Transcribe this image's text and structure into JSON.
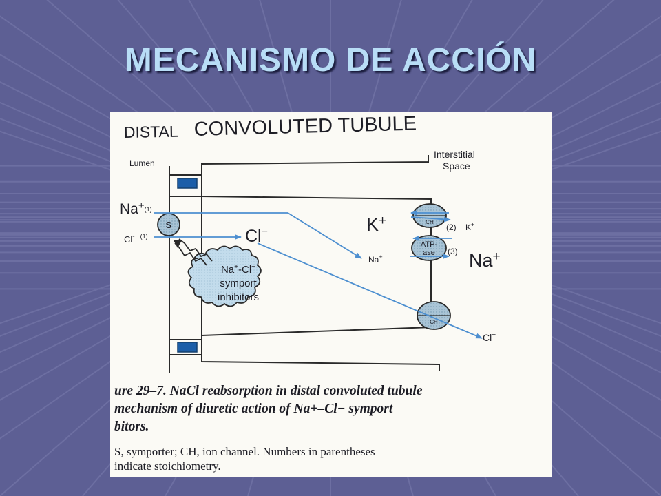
{
  "slide": {
    "title": "MECANISMO DE ACCIÓN"
  },
  "diagram": {
    "heading_small": "DISTAL",
    "heading_large": "CONVOLUTED TUBULE",
    "lumen_label": "Lumen",
    "interstitial_label_1": "Interstitial",
    "interstitial_label_2": "Space",
    "na_lumen": "Na",
    "na_lumen_sup": "+",
    "na_lumen_stoich": "(1)",
    "cl_lumen": "Cl",
    "cl_lumen_sup": "-",
    "cl_lumen_stoich": "(1)",
    "symporter_label": "S",
    "cl_cell": "Cl",
    "cl_cell_sup": "−",
    "na_cell": "Na",
    "na_cell_sup": "+",
    "k_cell": "K",
    "k_cell_sup": "+",
    "channel_top_label": "CH",
    "k_stoich": "(2)",
    "k_interstitial": "K",
    "k_interstitial_sup": "+",
    "pump_label_1": "ATP-",
    "pump_label_2": "ase",
    "na_stoich": "(3)",
    "na_interstitial": "Na",
    "na_interstitial_sup": "+",
    "channel_bottom_label": "CH",
    "cl_interstitial": "Cl",
    "cl_interstitial_sup": "−",
    "inhibitor_line_1": "Na",
    "inhibitor_line_1_sup_a": "+",
    "inhibitor_line_1_mid": "-Cl",
    "inhibitor_line_1_sup_b": "−",
    "inhibitor_line_2": "symport",
    "inhibitor_line_3": "inhibitors"
  },
  "caption": {
    "main": "ure 29–7. NaCl reabsorption in distal convoluted tubule\n mechanism of diuretic action of Na+–Cl− symport\nbitors.",
    "legend": "S, symporter; CH, ion channel. Numbers in parentheses\nindicate stoichiometry."
  },
  "colors": {
    "background": "#5d5f94",
    "title": "#b8ddf6",
    "arrow": "#4d8fd0",
    "membrane": "#2a2a2a",
    "junction": "#1c5ea8",
    "blob": "#c3dcec",
    "channel": "#a9c4d6"
  }
}
